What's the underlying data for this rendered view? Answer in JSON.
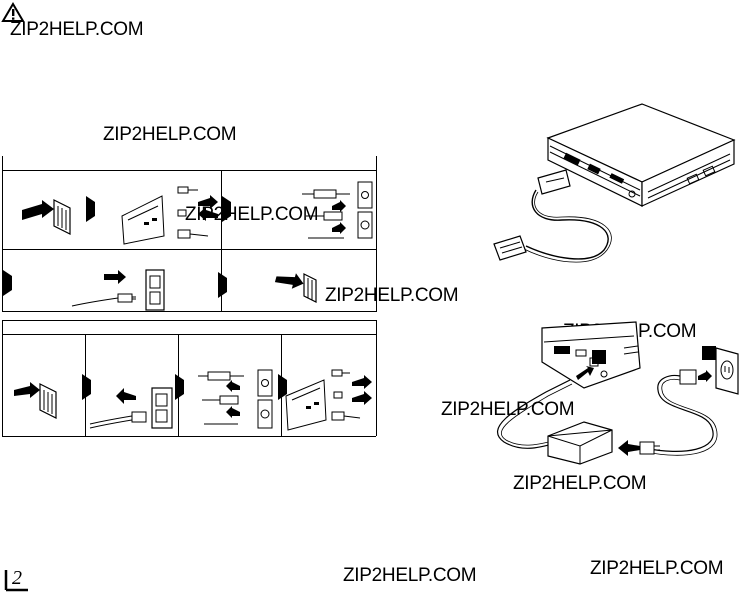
{
  "page": {
    "watermarks": [
      "ZIP2HELP.COM",
      "ZIP2HELP.COM",
      "ZIP2HELP.COM",
      "ZIP2HELP.COM",
      "ZIP2HELP.COM",
      "ZIP2HELP.COM",
      "ZIP2HELP.COM",
      "ZIP2HELP.COM",
      "ZIP2HELP.COM"
    ],
    "page_number": "2"
  }
}
